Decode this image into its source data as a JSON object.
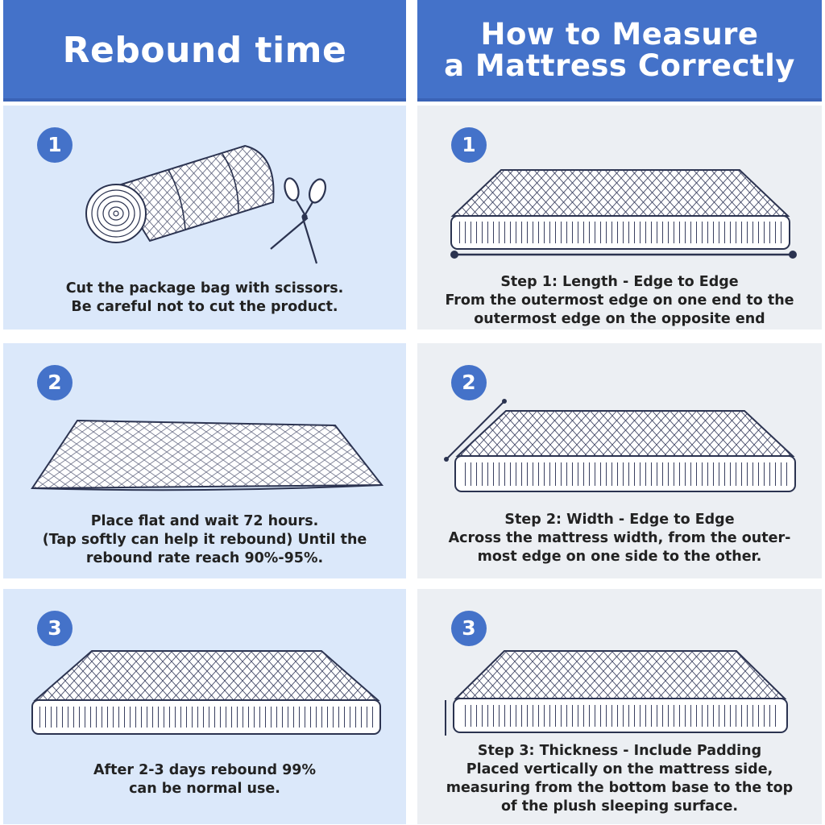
{
  "left": {
    "title": "Rebound time",
    "steps": [
      {
        "number": "1",
        "lines": [
          "Cut the package bag with scissors.",
          "Be careful not to cut the product."
        ]
      },
      {
        "number": "2",
        "lines": [
          "Place flat and wait 72 hours.",
          "(Tap softly can help it rebound) Until the",
          "rebound rate reach 90%-95%."
        ]
      },
      {
        "number": "3",
        "lines": [
          "After 2-3 days rebound 99%",
          "can be normal use."
        ]
      }
    ]
  },
  "right": {
    "title_lines": [
      "How to Measure",
      "a Mattress Correctly"
    ],
    "steps": [
      {
        "number": "1",
        "lines": [
          "Step 1: Length - Edge to Edge",
          "From the outermost edge on one end to the",
          "outermost edge on the opposite end"
        ]
      },
      {
        "number": "2",
        "lines": [
          "Step 2: Width - Edge to Edge",
          "Across the mattress width, from the outer-",
          "most edge on one side to the other."
        ]
      },
      {
        "number": "3",
        "lines": [
          "Step 3: Thickness - Include Padding",
          "Placed vertically on the mattress side,",
          "measuring from the bottom base to the top",
          "of the plush sleeping surface."
        ]
      }
    ]
  },
  "colors": {
    "accent": "#4472c9",
    "left_panel": "#dbe8fa",
    "right_panel": "#eceff3",
    "line": "#2b3350"
  }
}
